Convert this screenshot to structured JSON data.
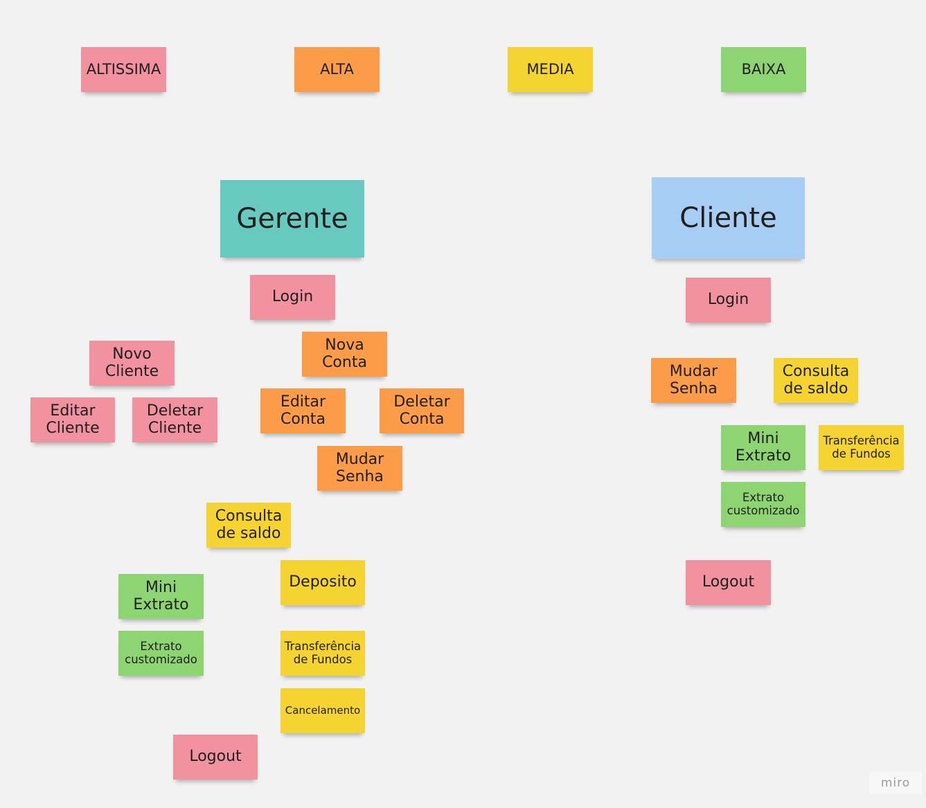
{
  "colors": {
    "canvas": "#f2f2f2",
    "altissima": "#f2919f",
    "alta": "#fd9c48",
    "media": "#f5d431",
    "baixa": "#8fd472",
    "gerente": "#67c9bf",
    "cliente": "#a8cdf5"
  },
  "legend": {
    "altissima": "ALTISSIMA",
    "alta": "ALTA",
    "media": "MEDIA",
    "baixa": "BAIXA"
  },
  "gerente": {
    "title": "Gerente",
    "login": "Login",
    "novo_cliente": "Novo\nCliente",
    "editar_cliente": "Editar\nCliente",
    "deletar_cliente": "Deletar\nCliente",
    "nova_conta": "Nova\nConta",
    "editar_conta": "Editar\nConta",
    "deletar_conta": "Deletar\nConta",
    "mudar_senha": "Mudar\nSenha",
    "consulta_saldo": "Consulta\nde saldo",
    "deposito": "Deposito",
    "mini_extrato": "Mini\nExtrato",
    "extrato_customizado": "Extrato\ncustomizado",
    "transferencia": "Transferência\nde Fundos",
    "cancelamento": "Cancelamento",
    "logout": "Logout"
  },
  "cliente": {
    "title": "Cliente",
    "login": "Login",
    "mudar_senha": "Mudar\nSenha",
    "consulta_saldo": "Consulta\nde saldo",
    "mini_extrato": "Mini\nExtrato",
    "transferencia": "Transferência\nde Fundos",
    "extrato_customizado": "Extrato\ncustomizado",
    "logout": "Logout"
  },
  "watermark": "miro"
}
